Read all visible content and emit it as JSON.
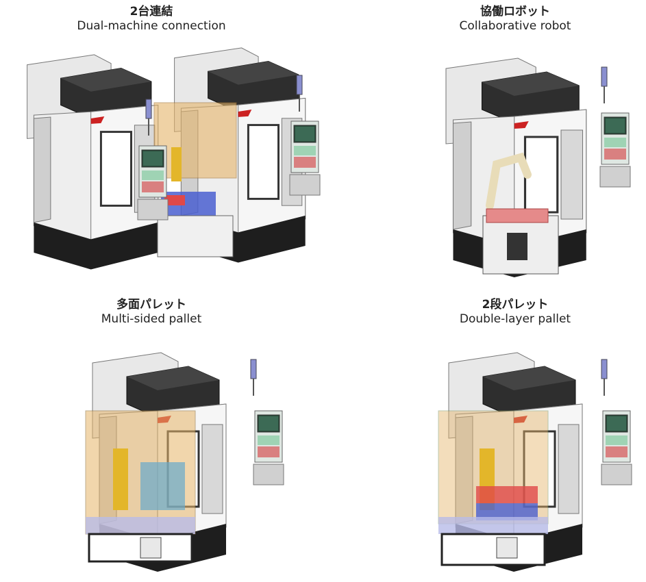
{
  "panels": [
    {
      "title_jp": "2台連結",
      "title_en": "Dual-machine connection",
      "illustration": "dual-machine-illustration"
    },
    {
      "title_jp": "協働ロボット",
      "title_en": "Collaborative robot",
      "illustration": "collaborative-robot-illustration"
    },
    {
      "title_jp": "多面パレット",
      "title_en": "Multi-sided pallet",
      "illustration": "multi-sided-pallet-illustration"
    },
    {
      "title_jp": "2段パレット",
      "title_en": "Double-layer pallet",
      "illustration": "double-layer-pallet-illustration"
    }
  ],
  "colors": {
    "machine_body": "#e4e4e4",
    "machine_dark": "#2a2a2a",
    "panel_green": "#9fd3b4",
    "panel_red": "#d98080",
    "guard_orange": "#e6b56a",
    "robot_yellow": "#e3b62a",
    "tray_blue": "#4a5fd0",
    "tray_red": "#e04848"
  }
}
